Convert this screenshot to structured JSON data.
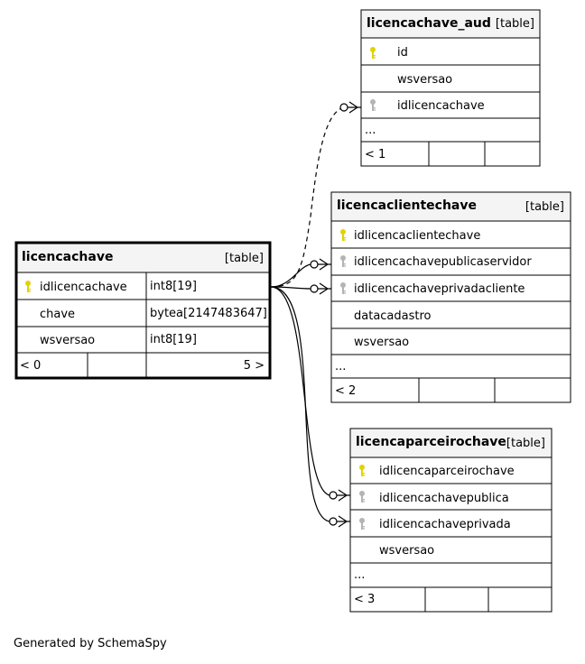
{
  "footer": "Generated by SchemaSpy",
  "tables": {
    "licencachave_aud": {
      "name": "licencachave_aud",
      "kind": "[table]",
      "columns": [
        {
          "name": "id",
          "key": "primary"
        },
        {
          "name": "wsversao",
          "key": "none"
        },
        {
          "name": "idlicencachave",
          "key": "foreign"
        }
      ],
      "ellipsis": "...",
      "footer": {
        "parents": "< 1",
        "mid": "",
        "children": ""
      }
    },
    "licencaclientechave": {
      "name": "licencaclientechave",
      "kind": "[table]",
      "columns": [
        {
          "name": "idlicencaclientechave",
          "key": "primary"
        },
        {
          "name": "idlicencachavepublicaservidor",
          "key": "foreign"
        },
        {
          "name": "idlicencachaveprivadacliente",
          "key": "foreign"
        },
        {
          "name": "datacadastro",
          "key": "none"
        },
        {
          "name": "wsversao",
          "key": "none"
        }
      ],
      "ellipsis": "...",
      "footer": {
        "parents": "< 2",
        "mid": "",
        "children": ""
      }
    },
    "licencachave": {
      "name": "licencachave",
      "kind": "[table]",
      "columns": [
        {
          "name": "idlicencachave",
          "type": "int8[19]",
          "key": "primary"
        },
        {
          "name": "chave",
          "type": "bytea[2147483647]",
          "key": "none"
        },
        {
          "name": "wsversao",
          "type": "int8[19]",
          "key": "none"
        }
      ],
      "footer": {
        "parents": "< 0",
        "mid": "",
        "children": "5 >"
      }
    },
    "licencaparceirochave": {
      "name": "licencaparceirochave",
      "kind": "[table]",
      "columns": [
        {
          "name": "idlicencaparceirochave",
          "key": "primary"
        },
        {
          "name": "idlicencachavepublica",
          "key": "foreign"
        },
        {
          "name": "idlicencachaveprivada",
          "key": "foreign"
        },
        {
          "name": "wsversao",
          "key": "none"
        }
      ],
      "ellipsis": "...",
      "footer": {
        "parents": "< 3",
        "mid": "",
        "children": ""
      }
    }
  },
  "colors": {
    "primary_key": "#e3d200",
    "foreign_key": "#b4b4b4",
    "header_bg": "#f4f4f4",
    "line": "#000000"
  }
}
